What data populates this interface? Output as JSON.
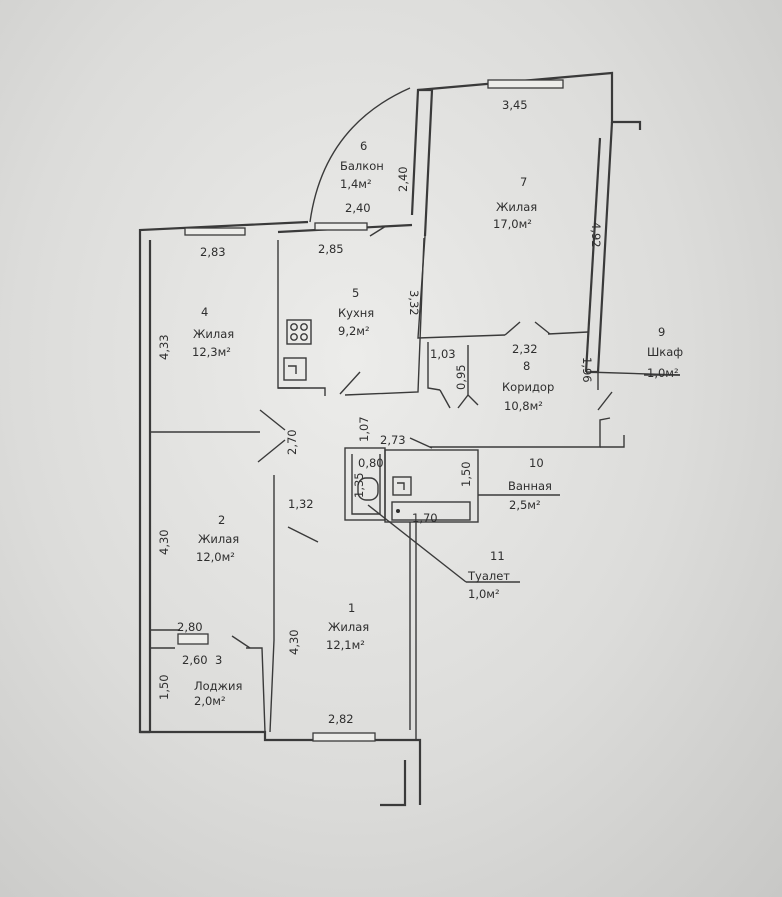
{
  "rooms": [
    {
      "number": "1",
      "name": "Жилая",
      "area": "12,1м²"
    },
    {
      "number": "2",
      "name": "Жилая",
      "area": "12,0м²"
    },
    {
      "number": "3",
      "name": "Лоджия",
      "area": "2,0м²"
    },
    {
      "number": "4",
      "name": "Жилая",
      "area": "12,3м²"
    },
    {
      "number": "5",
      "name": "Кухня",
      "area": "9,2м²"
    },
    {
      "number": "6",
      "name": "Балкон",
      "area": "1,4м²"
    },
    {
      "number": "7",
      "name": "Жилая",
      "area": "17,0м²"
    },
    {
      "number": "8",
      "name": "Коридор",
      "area": "10,8м²"
    },
    {
      "number": "9",
      "name": "Шкаф",
      "area": "1,0м²"
    },
    {
      "number": "10",
      "name": "Ванная",
      "area": "2,5м²"
    },
    {
      "number": "11",
      "name": "Туалет",
      "area": "1,0м²"
    }
  ],
  "dimensions": {
    "d_345": "3,45",
    "d_492": "4,92",
    "d_240a": "2,40",
    "d_240b": "2,40",
    "d_283": "2,83",
    "d_285": "2,85",
    "d_332": "3,32",
    "d_433": "4,33",
    "d_103": "1,03",
    "d_232": "2,32",
    "d_095": "0,95",
    "d_196": "1,96",
    "d_270": "2,70",
    "d_107": "1,07",
    "d_273": "2,73",
    "d_080": "0,80",
    "d_135": "1,35",
    "d_150a": "1,50",
    "d_132": "1,32",
    "d_170": "1,70",
    "d_430a": "4,30",
    "d_430b": "4,30",
    "d_280": "2,80",
    "d_260": "2,60",
    "d_150b": "1,50",
    "d_282": "2,82"
  }
}
